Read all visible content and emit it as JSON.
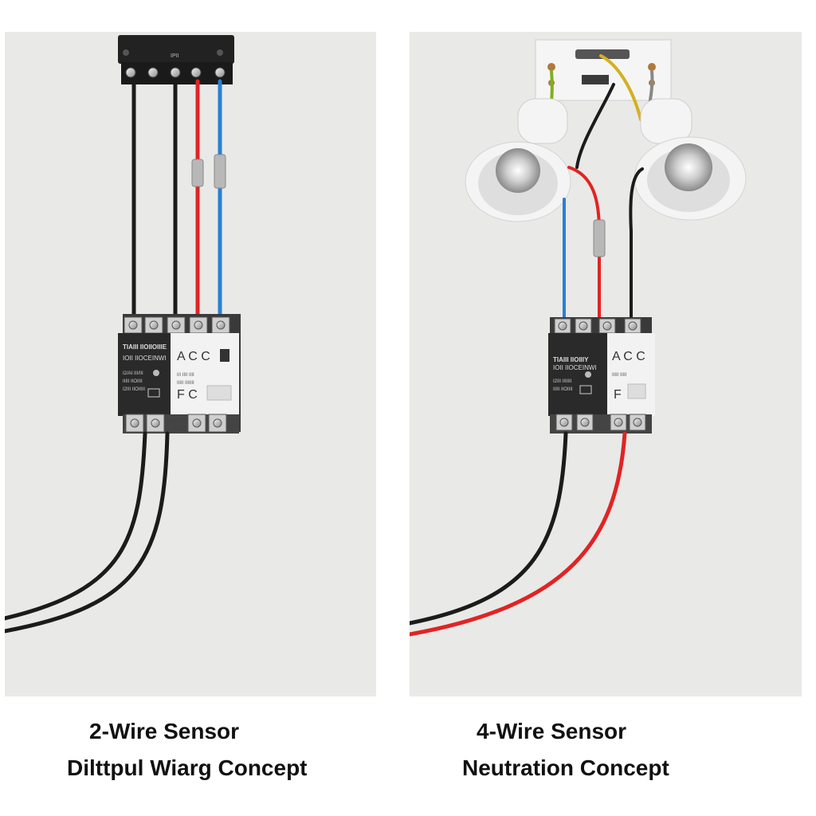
{
  "left_panel": {
    "caption_line1": "2-Wire Sensor",
    "caption_line2": "Dilttpul Wiarg Concept",
    "module": {
      "dark_label_1": "TIAIII IIOIIOIIIE",
      "dark_label_2": "IOII IIOCEINWI",
      "dark_label_3": "I2/AI III/III",
      "dark_label_4": "IIIII IIOIIII",
      "dark_label_5": "I2III IIOIIIII",
      "light_label_top": "A C C",
      "light_label_bottom": "F C",
      "light_small_1": "I/I IIII IIII",
      "light_small_2": "IIIII IIIIIII"
    },
    "terminal_block_text": "IPII"
  },
  "right_panel": {
    "caption_line1": "4-Wire Sensor",
    "caption_line2": "Neutration Concept",
    "module": {
      "dark_label_1": "TIAIII IIOIIIY",
      "dark_label_2": "IOII IIOCEINWI",
      "dark_label_3": "I2III IIIIIII",
      "dark_label_4": "IIIII IIOIIII",
      "light_label_top": "A C C",
      "light_label_bottom": "F",
      "light_small_1": "IIIII IIIII"
    }
  },
  "colors": {
    "wire_black": "#1b1b1b",
    "wire_red": "#e02424",
    "wire_blue": "#2a7fd4",
    "wire_green_yellow": "#7fb020",
    "wire_yellow": "#d4b020",
    "panel_bg": "#e9e9e7",
    "module_dark": "#2a2a2a",
    "module_light": "#f2f2f2"
  }
}
